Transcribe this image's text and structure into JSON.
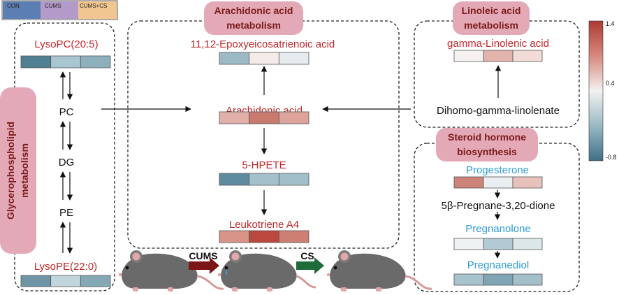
{
  "legend": {
    "groups": [
      {
        "label": "CON",
        "color": "#5b7fb2"
      },
      {
        "label": "CUMS",
        "color": "#b49ac8"
      },
      {
        "label": "CUMS+CS",
        "color": "#f2c690"
      }
    ]
  },
  "colorscale": {
    "max": "1.4",
    "mid": "0.4",
    "min": "-0.8",
    "colors": [
      "#ad3a33",
      "#d7897d",
      "#f3f1f1",
      "#9ab9c4",
      "#3f6f85"
    ]
  },
  "pathways": {
    "glycero": {
      "title_line1": "Glycerophospholipid",
      "title_line2": "metabolism"
    },
    "arachidonic": {
      "title_line1": "Arachidonic acid",
      "title_line2": "metabolism"
    },
    "linoleic": {
      "title_line1": "Linoleic acid",
      "title_line2": "metabolism"
    },
    "steroid": {
      "title_line1": "Steroid hormone",
      "title_line2": "biosynthesis"
    }
  },
  "metabolites": {
    "lysopc": {
      "name": "LysoPC(20:5)",
      "colors": [
        "#4f7f93",
        "#a9c5cf",
        "#8eb0bd"
      ]
    },
    "pc": {
      "name": "PC"
    },
    "dg": {
      "name": "DG"
    },
    "pe": {
      "name": "PE"
    },
    "lysope": {
      "name": "LysoPE(22:0)",
      "colors": [
        "#6e94a6",
        "#c1d5dc",
        "#84a8b6"
      ]
    },
    "eet": {
      "name": "11,12-Epoxyeicosatrienoic acid",
      "colors": [
        "#9bbac6",
        "#f5eaea",
        "#e6ecee"
      ]
    },
    "arachidonic_acid": {
      "name": "Arachidonic acid",
      "colors": [
        "#e1b0a9",
        "#c87a6f",
        "#dca49b"
      ]
    },
    "hpete": {
      "name": "5-HPETE",
      "colors": [
        "#5e8ba0",
        "#a3c0cb",
        "#a1bfca"
      ]
    },
    "leukotriene": {
      "name": "Leukotriene A4",
      "colors": [
        "#d89488",
        "#b9483e",
        "#cd7f73"
      ]
    },
    "gla": {
      "name": "gamma-Linolenic acid",
      "colors": [
        "#f6f2f2",
        "#e3b4ad",
        "#f3dcd8"
      ]
    },
    "dgla": {
      "name": "Dihomo-gamma-linolenate"
    },
    "progesterone": {
      "name": "Progesterone",
      "colors": [
        "#cd8378",
        "#e9eef0",
        "#e7c2bb"
      ]
    },
    "pregnanedione": {
      "name": "5β-Pregnane-3,20-dione"
    },
    "pregnanolone": {
      "name": "Pregnanolone",
      "colors": [
        "#eef2f3",
        "#b2cad3",
        "#dde7ea"
      ]
    },
    "pregnanediol": {
      "name": "Pregnanediol",
      "colors": [
        "#a7c3cd",
        "#7fa4b3",
        "#a3bfca"
      ]
    }
  },
  "model": {
    "step1": "CUMS",
    "step2": "CS",
    "arrow1_color": "#7c1515",
    "arrow2_color": "#1f6b3a"
  }
}
